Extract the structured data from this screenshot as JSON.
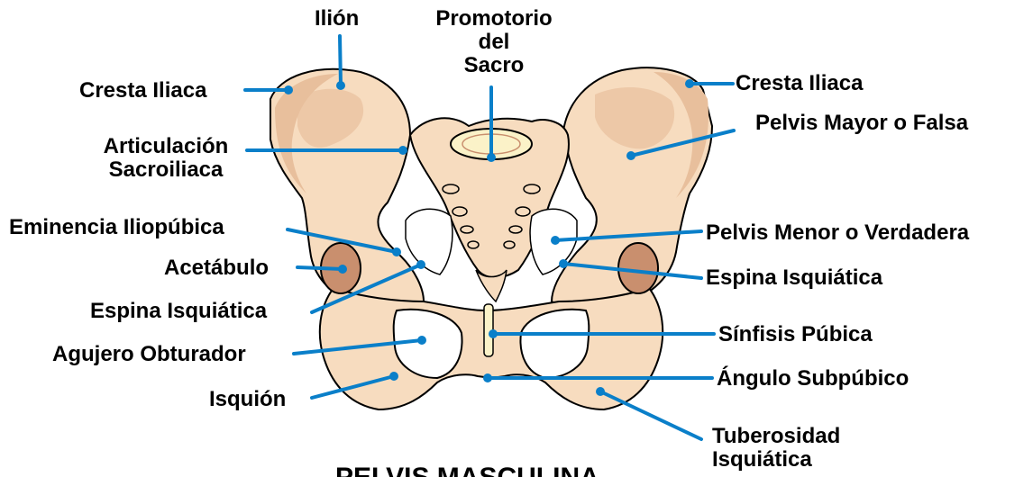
{
  "diagram": {
    "title": "PELVIS MASCULINA",
    "labels": {
      "ilion": "Ilión",
      "promontorio": [
        "Promotorio",
        "del",
        "Sacro"
      ],
      "cresta_iliaca_left": "Cresta Iliaca",
      "cresta_iliaca_right": "Cresta Iliaca",
      "articulacion_sacroiliaca": [
        "Articulación",
        "Sacroiliaca"
      ],
      "pelvis_mayor": "Pelvis Mayor o Falsa",
      "eminencia_iliopubica": "Eminencia Iliopúbica",
      "pelvis_menor": "Pelvis Menor o Verdadera",
      "acetabulo": "Acetábulo",
      "espina_isquiatica_right": "Espina Isquiática",
      "espina_isquiatica_left": "Espina Isquiática",
      "sinfisis_pubica": "Sínfisis Púbica",
      "agujero_obturador": "Agujero Obturador",
      "angulo_subpubico": "Ángulo Subpúbico",
      "isquion": "Isquión",
      "tuberosidad_isquiatica": [
        "Tuberosidad",
        "Isquiática"
      ]
    },
    "colors": {
      "bone": "#f7dcbf",
      "bone_shadow": "#e8bf9c",
      "bone_deep": "#c98f6e",
      "outline": "#000000",
      "leader_line": "#0a7fc9",
      "label_text": "#000000"
    }
  }
}
